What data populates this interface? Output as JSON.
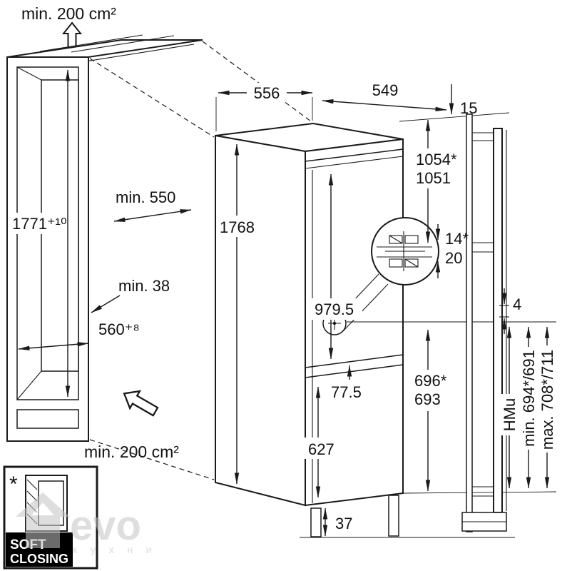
{
  "colors": {
    "line": "#1a1a1a",
    "background": "#ffffff",
    "watermark": "#c4c4c4",
    "legend_label_bg": "#000000",
    "legend_label_text": "#ffffff"
  },
  "icons": {
    "airflow_arrow": "hollow-up-arrow",
    "soft_closing_icon": "door-panel-with-hatch",
    "hinge_detail": "magnified-circle-callout"
  },
  "labels": {
    "top_vent": "min. 200 cm²",
    "niche_height": "1771⁺¹⁰",
    "niche_depth": "min. 550",
    "front_gap": "min. 38",
    "niche_width": "560⁺⁸",
    "bottom_vent": "min. 200 cm²",
    "depth_top": "556",
    "depth_door": "549",
    "top_clearance": "15",
    "hinge_top_a": "1054*",
    "hinge_top_b": "1051",
    "appliance_height": "1768",
    "hinge_offset_a": "14*",
    "hinge_offset_b": "20",
    "upper_door": "979.5",
    "door_gap": "77.5",
    "hinge_bottom_a": "696*",
    "hinge_bottom_b": "693",
    "lower_door": "627",
    "base_height": "37",
    "panel_gap": "4",
    "hmu": "HMu",
    "panel_min": "min. 694*/691",
    "panel_max": "max. 708*/711"
  },
  "legend": {
    "asterisk": "*",
    "label_line1": "SOFT",
    "label_line2": "CLOSING"
  },
  "watermark": {
    "brand": "evo",
    "sub": "к у х н и"
  }
}
